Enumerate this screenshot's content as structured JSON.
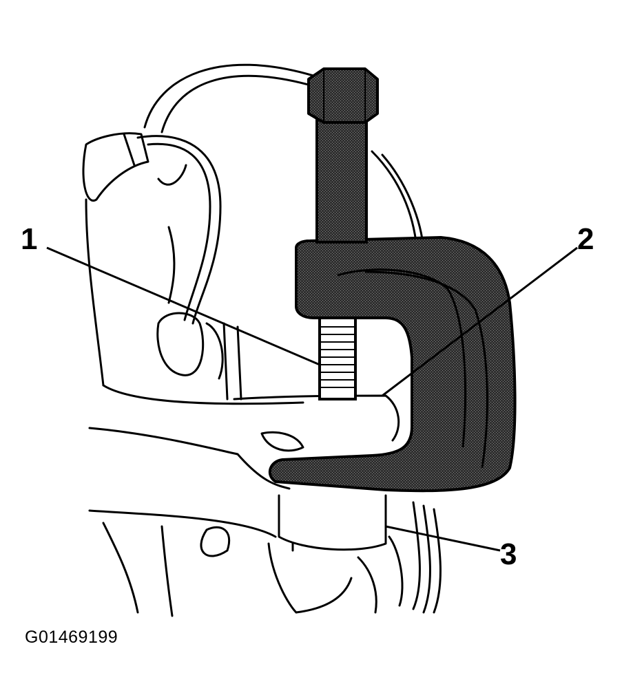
{
  "callouts": {
    "one": "1",
    "two": "2",
    "three": "3"
  },
  "figure_id": "G01469199",
  "colors": {
    "ink": "#000000",
    "tool_fill": "#3a3a3a",
    "background": "#ffffff"
  }
}
